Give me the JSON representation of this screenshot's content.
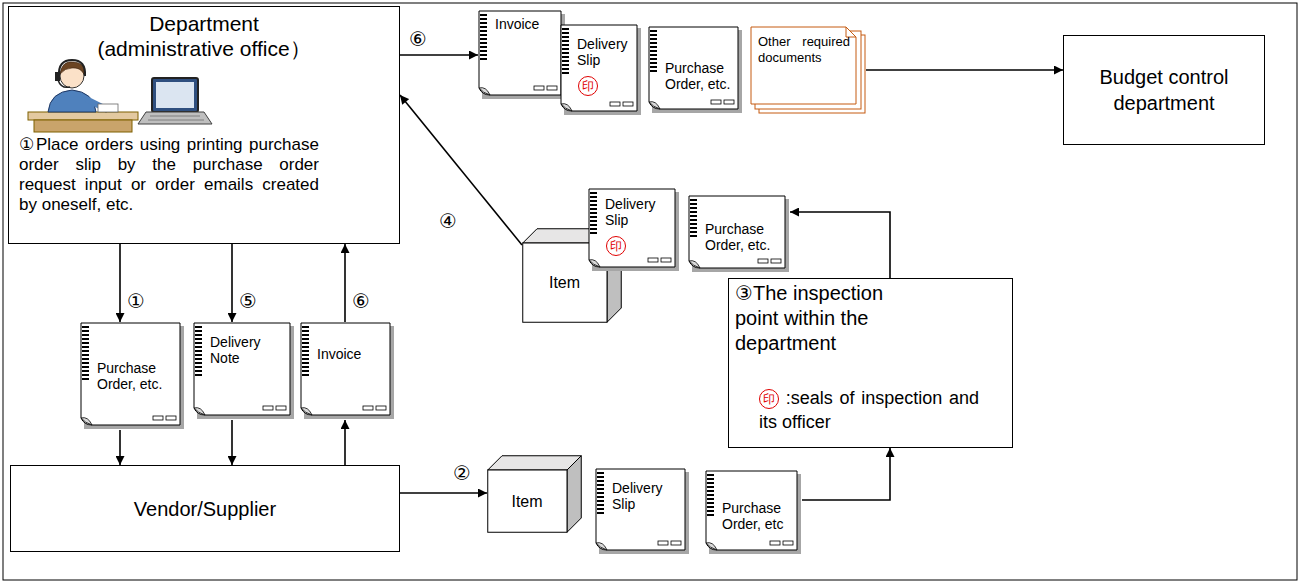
{
  "diagram": {
    "nodes": [
      {
        "text": [
          "Department",
          "(administrative office）",
          "①Place orders using printing purchase order slip by the purchase order request input or order emails created by oneself, etc."
        ]
      },
      {
        "text": [
          "Invoice"
        ]
      },
      {
        "text": [
          "Delivery Slip",
          "印"
        ]
      },
      {
        "text": [
          "Purchase Order, etc."
        ]
      },
      {
        "text": [
          "Other required documents"
        ]
      },
      {
        "text": [
          "Budget control department"
        ]
      },
      {
        "text": [
          "Item"
        ]
      },
      {
        "text": [
          "Delivery Slip",
          "印"
        ]
      },
      {
        "text": [
          "Purchase Order, etc."
        ]
      },
      {
        "text": [
          "③The inspection point within the department",
          "印",
          ":seals of inspection and its officer"
        ]
      },
      {
        "text": [
          "Purchase Order, etc."
        ]
      },
      {
        "text": [
          "Delivery Note"
        ]
      },
      {
        "text": [
          "Invoice"
        ]
      },
      {
        "text": [
          "Vendor/Supplier"
        ]
      },
      {
        "text": [
          "Item"
        ]
      },
      {
        "text": [
          "Delivery Slip"
        ]
      },
      {
        "text": [
          "Purchase Order, etc"
        ]
      }
    ],
    "edges": [
      {
        "from": 0,
        "to": 1,
        "arrow": "to"
      },
      {
        "from": 4,
        "to": 5,
        "arrow": "to"
      },
      {
        "from": 9,
        "to": 8,
        "arrow": "to"
      },
      {
        "from": 6,
        "to": 0,
        "arrow": "to"
      },
      {
        "from": 0,
        "to": 10,
        "arrow": "to"
      },
      {
        "from": 10,
        "to": 13,
        "arrow": "to"
      },
      {
        "from": 0,
        "to": 11,
        "arrow": "to"
      },
      {
        "from": 11,
        "to": 13,
        "arrow": "to"
      },
      {
        "from": 13,
        "to": 12,
        "arrow": "to"
      },
      {
        "from": 12,
        "to": 0,
        "arrow": "to"
      },
      {
        "from": 13,
        "to": 14,
        "arrow": "to"
      },
      {
        "from": 16,
        "to": 9,
        "arrow": "to"
      }
    ],
    "labels": [
      "⑥",
      "④",
      "①",
      "⑤",
      "⑥",
      "②"
    ]
  }
}
